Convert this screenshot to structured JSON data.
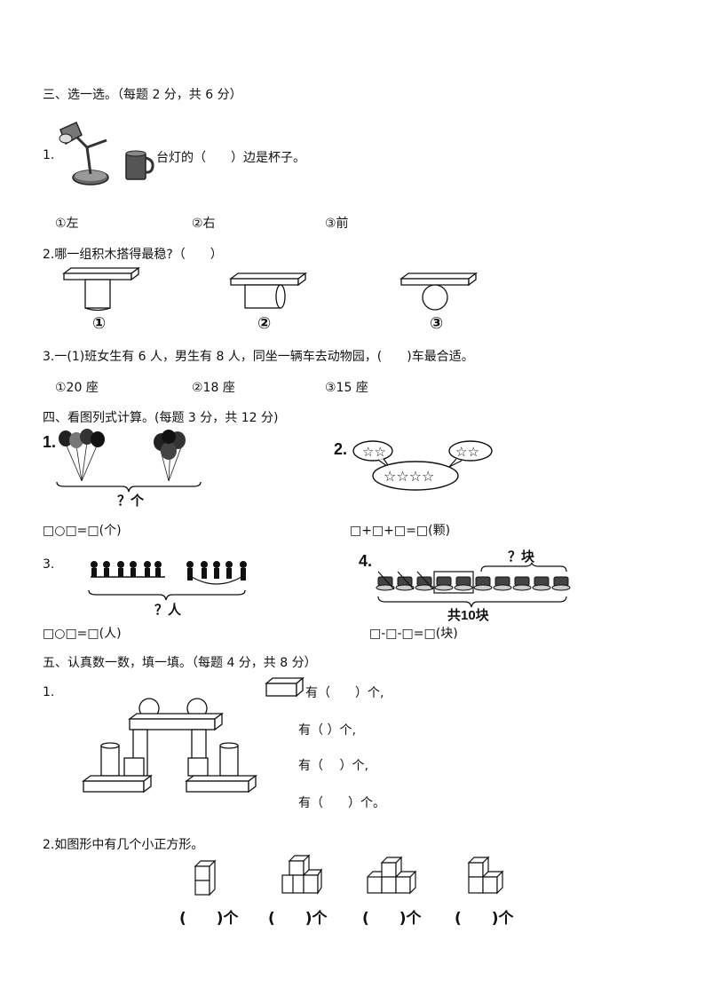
{
  "section3": {
    "title": "三、选一选。（每题 2 分，共 6 分）",
    "q1": {
      "num": "1.",
      "text": "台灯的（　　）边是杯子。",
      "opts": [
        "①左",
        "②右",
        "③前"
      ]
    },
    "q2": {
      "text": "2.哪一组积木搭得最稳?（　　）",
      "labels": [
        "①",
        "②",
        "③"
      ]
    },
    "q3": {
      "text": "3.一(1)班女生有 6 人，男生有 8 人，同坐一辆车去动物园，(　　)车最合适。",
      "opts": [
        "①20 座",
        "②18 座",
        "③15 座"
      ]
    }
  },
  "section4": {
    "title": "四、看图列式计算。(每题 3 分，共 12 分)",
    "p1": {
      "num": "1.",
      "brace": "？个",
      "formula": "□○□=□(个)"
    },
    "p2": {
      "num": "2.",
      "formula": "□+□+□=□(颗)"
    },
    "p3": {
      "num": "3.",
      "brace": "？人",
      "formula": "□○□=□(人)"
    },
    "p4": {
      "num": "4.",
      "top": "？块",
      "bottom": "共10块",
      "formula": "□-□-□=□(块)"
    }
  },
  "section5": {
    "title": "五、认真数一数，填一填。（每题 4 分，共 8 分）",
    "q1": {
      "num": "1.",
      "lines": [
        "有（　　）个,",
        "有（ ）个,",
        "有（　 ）个,",
        "有（　　）个。"
      ]
    },
    "q2": {
      "text": "2.如图形中有几个小正方形。",
      "blanks": [
        "(　　)个",
        "(　　)个",
        "(　　)个",
        "(　　)个"
      ]
    }
  }
}
